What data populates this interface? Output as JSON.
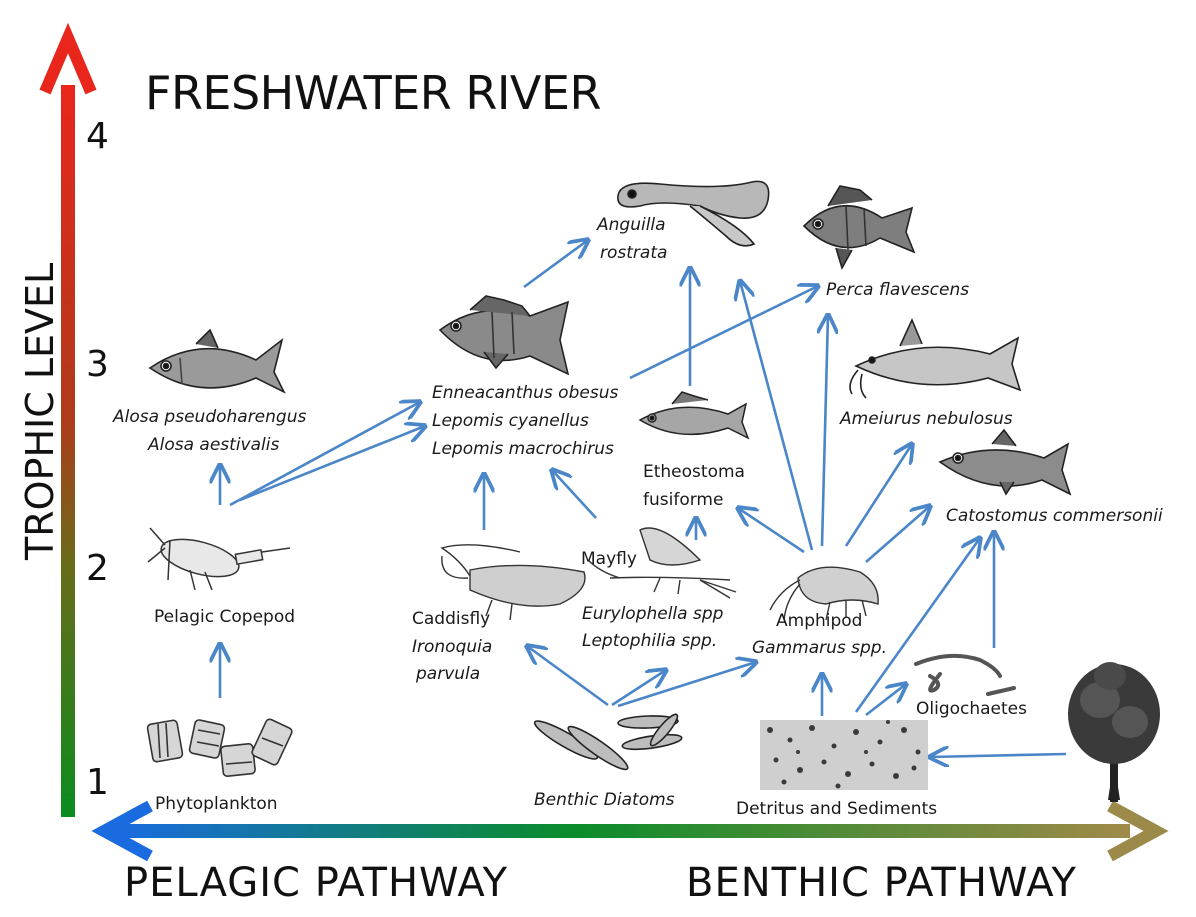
{
  "title": "FRESHWATER RIVER",
  "y_axis": {
    "label": "TROPHIC LEVEL",
    "ticks": [
      "1",
      "2",
      "3",
      "4"
    ]
  },
  "x_axis": {
    "left_label": "PELAGIC  PATHWAY",
    "right_label": "BENTHIC  PATHWAY"
  },
  "nodes": {
    "phytoplankton": "Phytoplankton",
    "benthic_diatoms": "Benthic Diatoms",
    "detritus": "Detritus and Sediments",
    "pelagic_copepod": "Pelagic Copepod",
    "caddisfly": [
      "Caddisfly",
      "Ironoquia",
      "parvula"
    ],
    "mayfly": [
      "Mayfly",
      "Eurylophella spp",
      "Leptophilia spp."
    ],
    "amphipod": [
      "Amphipod",
      "Gammarus spp."
    ],
    "oligochaetes": "Oligochaetes",
    "alosa": [
      "Alosa pseudoharengus",
      "Alosa aestivalis"
    ],
    "sunfish": [
      "Enneacanthus obesus",
      "Lepomis cyanellus",
      "Lepomis macrochirus"
    ],
    "etheostoma": [
      "Etheostoma",
      "fusiforme"
    ],
    "anguilla": [
      "Anguilla",
      "rostrata"
    ],
    "perca": "Perca flavescens",
    "ameiurus": "Ameiurus nebulosus",
    "catostomus": "Catostomus commersonii"
  },
  "colors": {
    "arrow": "#4a86c8",
    "axis_top": "#e8261c",
    "axis_bottom": "#0a8c1e",
    "pelagic": "#1a6be0",
    "benthic": "#9c8a4a"
  }
}
